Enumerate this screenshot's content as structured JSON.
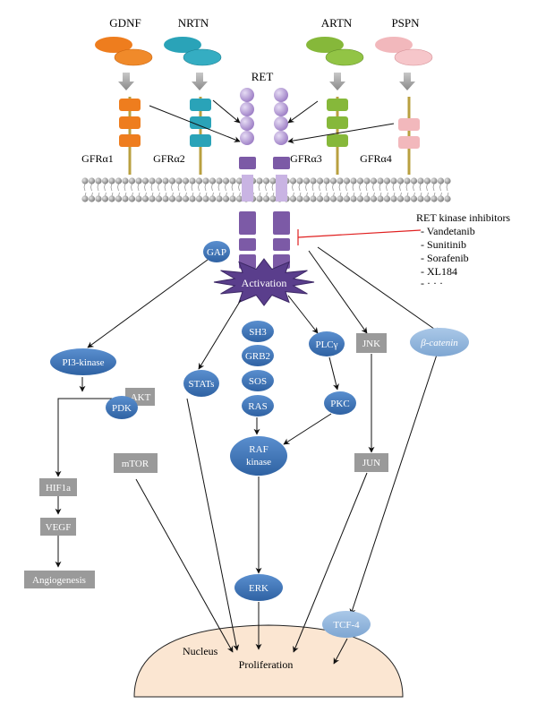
{
  "ligands": {
    "gdnf": "GDNF",
    "nrtn": "NRTN",
    "artn": "ARTN",
    "pspn": "PSPN"
  },
  "receptors": {
    "ret": "RET",
    "gfra1": "GFRα1",
    "gfra2": "GFRα2",
    "gfra3": "GFRα3",
    "gfra4": "GFRα4"
  },
  "inhibitors": {
    "title": "RET kinase inhibitors",
    "items": [
      "- Vandetanib",
      "- Sunitinib",
      "- Sorafenib",
      "- XL184",
      "- · · ·"
    ]
  },
  "nodes": {
    "gap": "GAP",
    "activation": "Activation",
    "pi3k": "PI3-kinase",
    "akt": "AKT",
    "pdk": "PDK",
    "stats": "STATs",
    "sh3": "SH3",
    "grb2": "GRB2",
    "sos": "SOS",
    "ras": "RAS",
    "plcg": "PLCγ",
    "pkc": "PKC",
    "raf1": "RAF",
    "raf2": "kinase",
    "jnk": "JNK",
    "jun": "JUN",
    "bcatenin": "β-catenin",
    "mtor": "mTOR",
    "hif1a": "HIF1a",
    "vegf": "VEGF",
    "angiogenesis": "Angiogenesis",
    "erk": "ERK",
    "tcf4": "TCF-4",
    "nucleus": "Nucleus",
    "proliferation": "Proliferation"
  },
  "colors": {
    "gdnf": "#ee7d1e",
    "nrtn": "#2aa3b8",
    "artn": "#86b83a",
    "pspn": "#f2b8bc",
    "ret": "#8e6db5",
    "ret_bead": "#b79ad8",
    "node_dark": "#3a6fb0",
    "node_light": "#8fb3d9",
    "gray_box": "#9a9a9a",
    "nucleus": "#fbe6d2",
    "inhibitor_line": "#e02020"
  }
}
